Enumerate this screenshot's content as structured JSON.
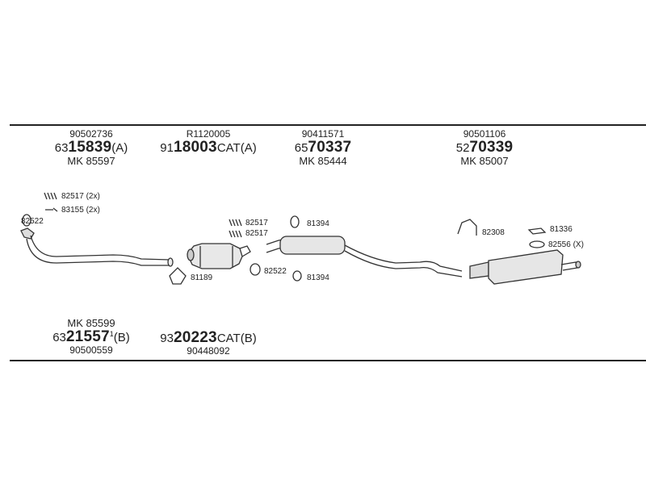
{
  "top_groups": [
    {
      "ref": "90502736",
      "pre": "63",
      "main": "15839",
      "suf": "(A)",
      "mk": "MK 85597"
    },
    {
      "ref": "R1120005",
      "pre": "91",
      "main": "18003",
      "suf": "CAT(A)",
      "mk": ""
    },
    {
      "ref": "90411571",
      "pre": "65",
      "main": "70337",
      "suf": "",
      "mk": "MK 85444"
    },
    {
      "ref": "90501106",
      "pre": "52",
      "main": "70339",
      "suf": "",
      "mk": "MK 85007"
    }
  ],
  "bottom_groups": [
    {
      "mk": "MK 85599",
      "pre": "63",
      "main": "21557",
      "sup": "1",
      "suf": "(B)",
      "ref": "90500559"
    },
    {
      "mk": "",
      "pre": "93",
      "main": "20223",
      "sup": "",
      "suf": "CAT(B)",
      "ref": "90448092"
    }
  ],
  "part_labels": {
    "p82517_2x": "82517 (2x)",
    "p83155_2x": "83155 (2x)",
    "p82522_a": "82522",
    "p82517_a": "82517",
    "p82517_b": "82517",
    "p81394_a": "81394",
    "p82522_b": "82522",
    "p81394_b": "81394",
    "p81189": "81189",
    "p82308": "82308",
    "p81336": "81336",
    "p82556_x": "82556 (X)"
  }
}
